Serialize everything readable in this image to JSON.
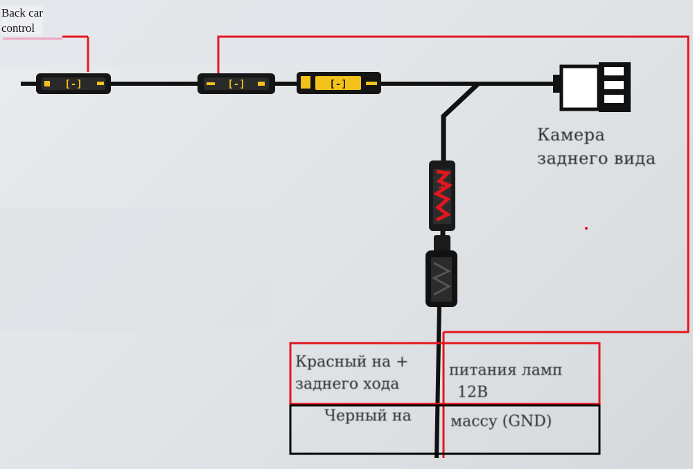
{
  "labels": {
    "back_car_control": [
      "Back car",
      "control"
    ],
    "camera": [
      "Камера",
      "заднего вида"
    ]
  },
  "table": {
    "red_row": {
      "left": [
        "Красный на +",
        "заднего хода"
      ],
      "right": [
        "питания ламп",
        "12В"
      ]
    },
    "black_row": {
      "left": "Черный на",
      "right": "массу (GND)"
    }
  },
  "connectors": [
    {
      "id": "connector-1",
      "text": "[-]"
    },
    {
      "id": "connector-2",
      "text": "[-]"
    },
    {
      "id": "connector-3",
      "text": "[-]"
    },
    {
      "id": "power-plug",
      "text": "+"
    }
  ],
  "colors": {
    "annotation_red": "#e3161e",
    "cable_black": "#111111",
    "connector_yellow": "#f2c21a",
    "table_black_border": "#000000",
    "pink_pointer": "#f3a6c4"
  }
}
